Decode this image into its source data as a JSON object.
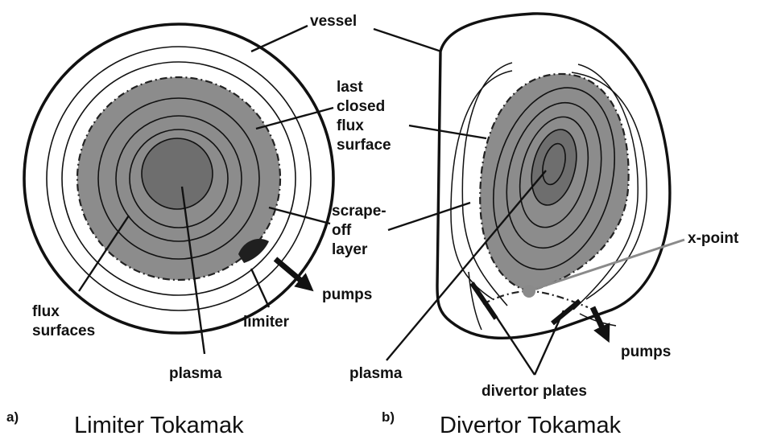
{
  "labels": {
    "vessel": "vessel",
    "last_closed_flux_surface": [
      "last",
      "closed",
      "flux",
      "surface"
    ],
    "scrape_off_layer": [
      "scrape-",
      "off",
      "layer"
    ],
    "x_point": "x-point",
    "pumps_left": "pumps",
    "pumps_right": "pumps",
    "limiter": "limiter",
    "flux_surfaces": [
      "flux",
      "surfaces"
    ],
    "plasma_left": "plasma",
    "plasma_right": "plasma",
    "divertor_plates": "divertor plates"
  },
  "panels": {
    "a": {
      "tag": "a)",
      "title": "Limiter Tokamak"
    },
    "b": {
      "tag": "b)",
      "title": "Divertor Tokamak"
    }
  },
  "colors": {
    "plasma_outer": "#8c8c8c",
    "plasma_core": "#6e6e6e",
    "line": "#111111",
    "xpoint": "#8a8a8a"
  }
}
